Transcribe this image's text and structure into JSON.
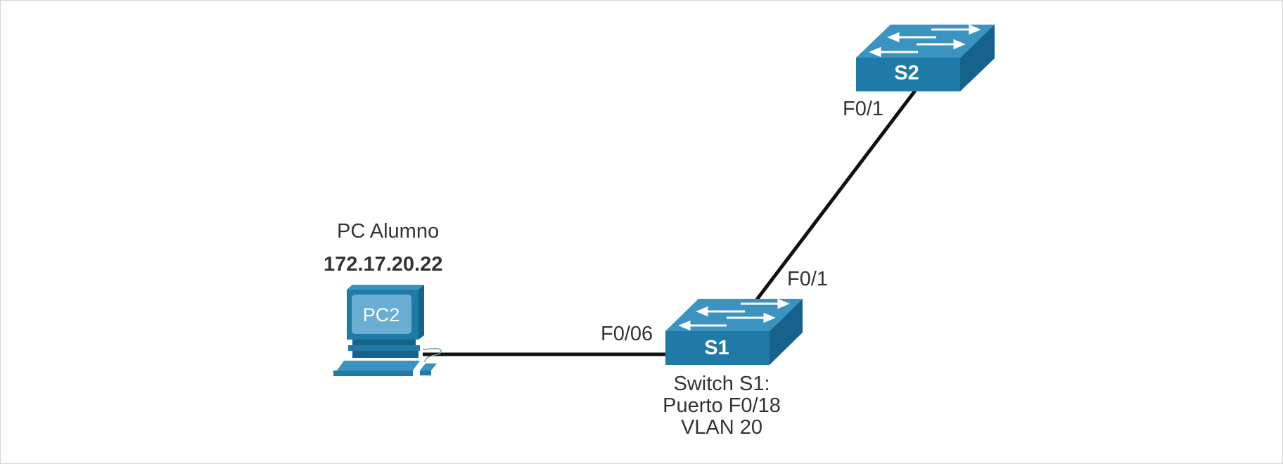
{
  "pc": {
    "name": "PC Alumno",
    "ip": "172.17.20.22",
    "screen_label": "PC2"
  },
  "switch_s1": {
    "label": "S1",
    "caption_lines": [
      "Switch S1:",
      "Puerto F0/18",
      "VLAN 20"
    ]
  },
  "switch_s2": {
    "label": "S2"
  },
  "links": [
    {
      "from": "PC2",
      "to": "S1",
      "port_s1": "F0/06"
    },
    {
      "from": "S1",
      "to": "S2",
      "port_s1": "F0/1",
      "port_s2": "F0/1"
    }
  ],
  "colors": {
    "device_front": "#1f7aa7",
    "device_top": "#3b93bf",
    "device_side": "#15638c",
    "cable": "#111111"
  }
}
